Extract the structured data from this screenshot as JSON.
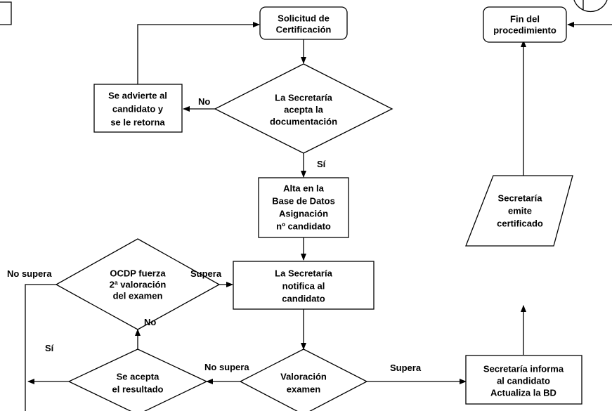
{
  "nodes": {
    "solicitud": {
      "lines": [
        "Solicitud de",
        "Certificación"
      ]
    },
    "fin": {
      "lines": [
        "Fin del",
        "procedimiento"
      ]
    },
    "acepta_doc": {
      "lines": [
        "La Secretaría",
        "acepta la",
        "documentación"
      ]
    },
    "advierte": {
      "lines": [
        "Se advierte al",
        "candidato y",
        "se le retorna"
      ]
    },
    "alta": {
      "lines": [
        "Alta en la",
        "Base de Datos",
        "Asignación",
        "nº candidato"
      ]
    },
    "ocdp": {
      "lines": [
        "OCDP fuerza",
        "2ª valoración",
        "del examen"
      ]
    },
    "notifica": {
      "lines": [
        "La Secretaría",
        "notifica al",
        "candidato"
      ]
    },
    "valoracion": {
      "lines": [
        "Valoración",
        "examen"
      ]
    },
    "acepta_res": {
      "lines": [
        "Se acepta",
        "el resultado"
      ]
    },
    "informa": {
      "lines": [
        "Secretaría informa",
        "al candidato",
        "Actualiza la BD"
      ]
    },
    "emite": {
      "lines": [
        "Secretaría",
        "emite",
        "certificado"
      ]
    }
  },
  "edge_labels": {
    "no_doc": "No",
    "si_doc": "Sí",
    "no_supera_top": "No supera",
    "supera_ocdp": "Supera",
    "no_ocdp": "No",
    "si_res": "Sí",
    "no_supera_val": "No supera",
    "supera_val": "Supera"
  }
}
